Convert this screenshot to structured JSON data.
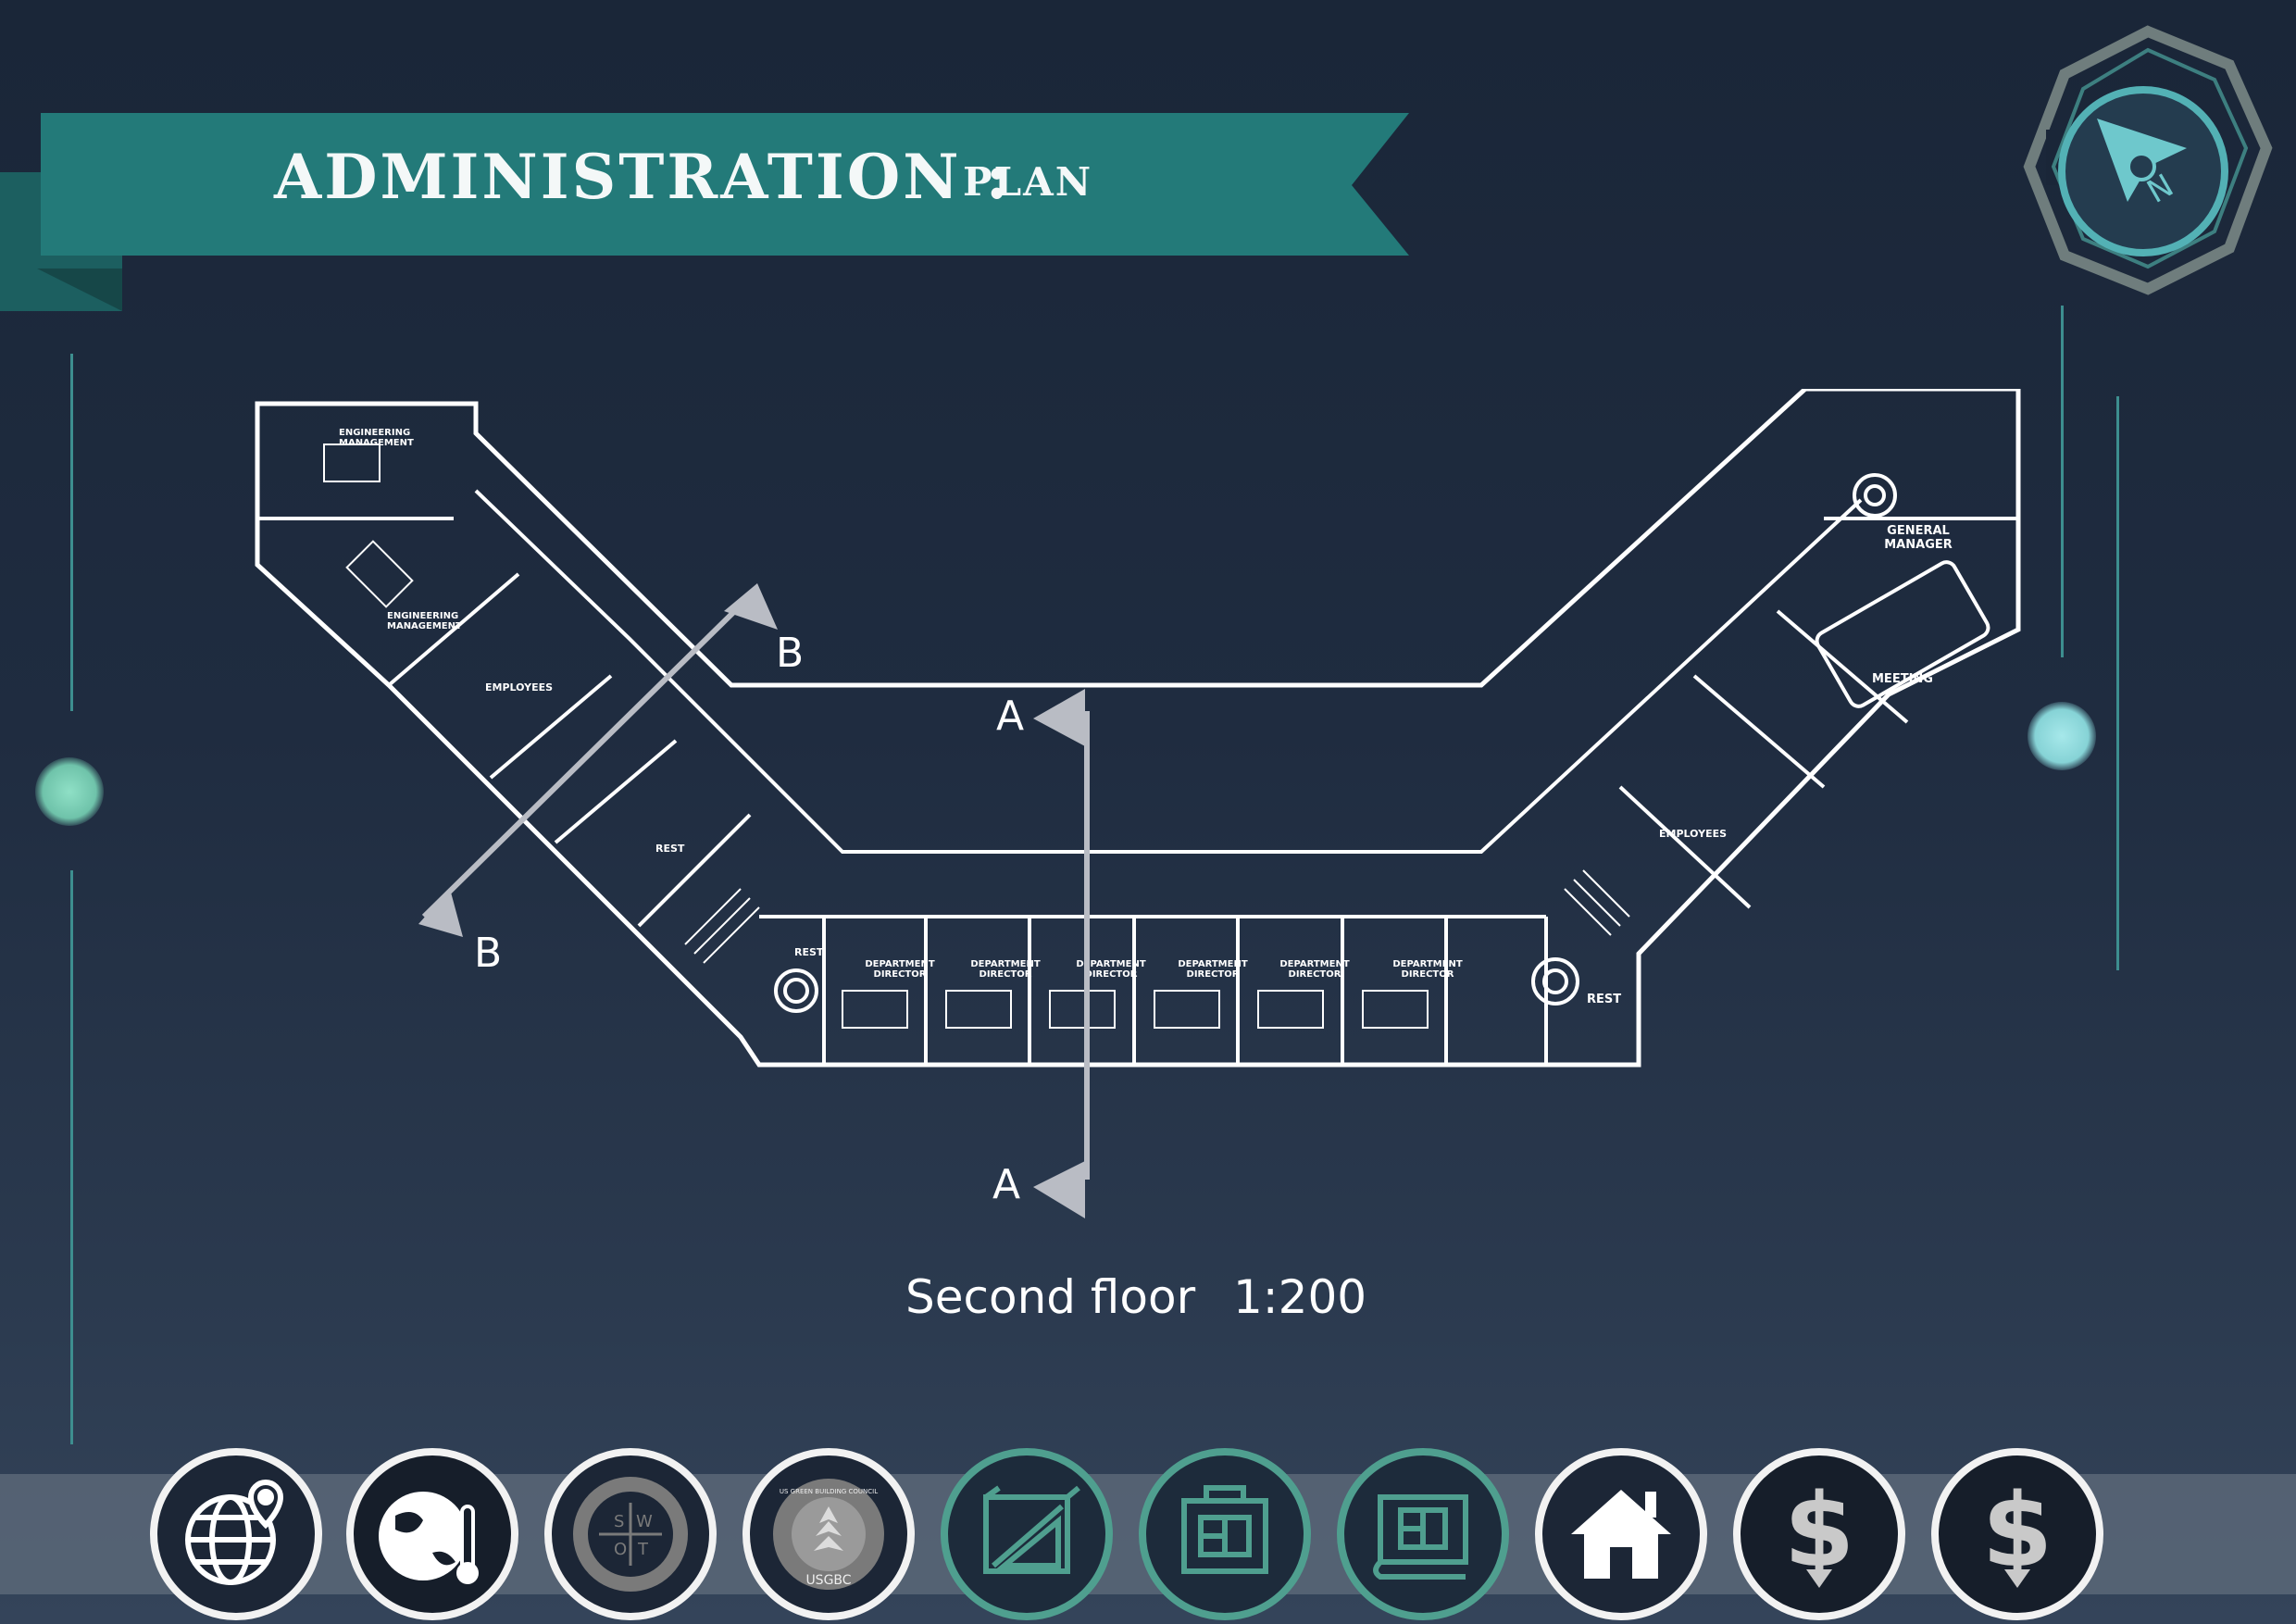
{
  "banner": {
    "title": "ADMINISTRATION :",
    "subtitle": "PLAN",
    "color": "#237a79"
  },
  "plan": {
    "rooms": [
      "ENGINEERING MANAGEMENT",
      "ENGINEERING MANAGEMENT",
      "EMPLOYEES",
      "REST",
      "REST",
      "DEPARTMENT DIRECTOR",
      "DEPARTMENT DIRECTOR",
      "DEPARTMENT DIRECTOR",
      "DEPARTMENT DIRECTOR",
      "DEPARTMENT DIRECTOR",
      "DEPARTMENT DIRECTOR",
      "REST",
      "EMPLOYEES",
      "MEETING",
      "GENERAL MANAGER"
    ],
    "section_markers": {
      "a_top": "A",
      "a_bottom": "A",
      "b_top": "B",
      "b_bottom": "B"
    }
  },
  "caption": {
    "floor": "Second floor",
    "scale": "1:200"
  },
  "compass_icon": "north-arrow-icon",
  "nav": [
    {
      "icon": "globe-location-icon"
    },
    {
      "icon": "earth-thermometer-icon"
    },
    {
      "icon": "swot-icon",
      "letters": [
        "S",
        "W",
        "O",
        "T"
      ]
    },
    {
      "icon": "usgbc-icon",
      "text": "USGBC",
      "ring_text": "US GREEN BUILDING COUNCIL"
    },
    {
      "icon": "site-plan-icon"
    },
    {
      "icon": "floor-plan-icon"
    },
    {
      "icon": "blueprint-icon"
    },
    {
      "icon": "home-icon"
    },
    {
      "icon": "dollar-down-icon"
    },
    {
      "icon": "dollar-down-icon"
    }
  ],
  "colors": {
    "accent": "#3d8e8f",
    "dot_left": "#7fcfb8",
    "dot_right": "#8fdde0",
    "nav_teal": "#4f9f8f"
  }
}
